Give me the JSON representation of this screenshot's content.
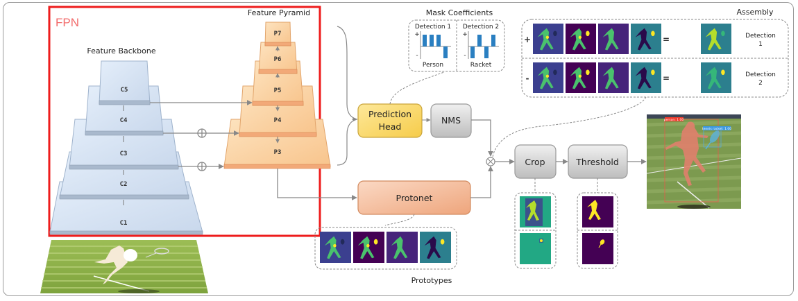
{
  "fpn_label": "FPN",
  "backbone": {
    "title": "Feature Backbone",
    "levels": [
      "C1",
      "C2",
      "C3",
      "C4",
      "C5"
    ]
  },
  "pyramid": {
    "title": "Feature Pyramid",
    "levels": [
      "P3",
      "P4",
      "P5",
      "P6",
      "P7"
    ]
  },
  "mask_coefficients": {
    "title": "Mask Coefficients",
    "detections": [
      {
        "label": "Detection 1",
        "class": "Person",
        "signs": [
          "+",
          "+",
          "+",
          "-"
        ]
      },
      {
        "label": "Detection 2",
        "class": "Racket",
        "signs": [
          "-",
          "+",
          "-",
          "+"
        ]
      }
    ],
    "axis_plus": "+",
    "axis_minus": "-"
  },
  "modules": {
    "prediction_head": [
      "Prediction",
      "Head"
    ],
    "nms": "NMS",
    "protonet": "Protonet",
    "crop": "Crop",
    "threshold": "Threshold"
  },
  "assembly": {
    "title": "Assembly",
    "rows": [
      {
        "ops": [
          "+",
          "+",
          "+",
          "-",
          "="
        ],
        "label": [
          "Detection",
          "1"
        ]
      },
      {
        "ops": [
          "-",
          "+",
          "-",
          "+",
          "="
        ],
        "label": [
          "Detection",
          "2"
        ]
      }
    ]
  },
  "prototypes": {
    "title": "Prototypes",
    "count": 4
  },
  "result": {
    "labels": [
      "person: 1.00",
      "tennis racket: 1.00"
    ]
  },
  "colors": {
    "fpn_border": "#ee1c1c",
    "backbone_fill": "#d6e3f3",
    "pyramid_fill": "#fbd3a3",
    "prediction_head": "#fbd96e",
    "nms": "#d4d4d4",
    "protonet": "#f4b996",
    "crop_threshold": "#d9d9d9",
    "viridis_dark": "#440154",
    "viridis_teal": "#21918c",
    "viridis_yellow": "#fde725",
    "coef_bar": "#2a7fc1"
  }
}
